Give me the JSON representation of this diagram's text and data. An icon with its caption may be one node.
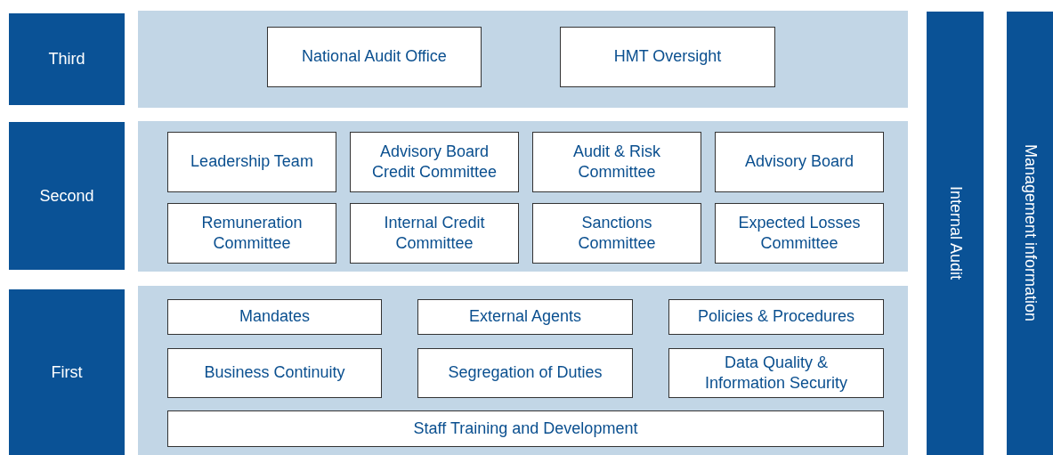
{
  "diagram": {
    "nodes": [
      {
        "text": [
          "Third"
        ]
      },
      {
        "text": [],
        "shape": "box"
      },
      {
        "text": [
          "National Audit Office"
        ],
        "in": 1
      },
      {
        "text": [
          "HMT Oversight"
        ],
        "in": 1
      },
      {
        "text": [
          "Second"
        ]
      },
      {
        "text": [],
        "shape": "box"
      },
      {
        "text": [
          "Leadership Team"
        ],
        "in": 5
      },
      {
        "text": [
          "Advisory Board Credit Committee"
        ],
        "in": 5
      },
      {
        "text": [
          "Audit & Risk Committee"
        ],
        "in": 5
      },
      {
        "text": [
          "Advisory Board"
        ],
        "in": 5
      },
      {
        "text": [
          "Remuneration Committee"
        ],
        "in": 5
      },
      {
        "text": [
          "Internal Credit Committee"
        ],
        "in": 5
      },
      {
        "text": [
          "Sanctions Committee"
        ],
        "in": 5
      },
      {
        "text": [
          "Expected Losses Committee"
        ],
        "in": 5
      },
      {
        "text": [
          "First"
        ]
      },
      {
        "text": [],
        "shape": "box"
      },
      {
        "text": [
          "Mandates"
        ],
        "in": 15
      },
      {
        "text": [
          "External Agents"
        ],
        "in": 15
      },
      {
        "text": [
          "Policies & Procedures"
        ],
        "in": 15
      },
      {
        "text": [
          "Business Continuity"
        ],
        "in": 15
      },
      {
        "text": [
          "Segregation of Duties"
        ],
        "in": 15
      },
      {
        "text": [
          "Data Quality & Information Security"
        ],
        "in": 15
      },
      {
        "text": [
          "Staff Training and Development"
        ],
        "in": 15
      },
      {
        "text": [
          "Internal Audit"
        ]
      },
      {
        "text": [
          "Management information"
        ]
      }
    ]
  }
}
